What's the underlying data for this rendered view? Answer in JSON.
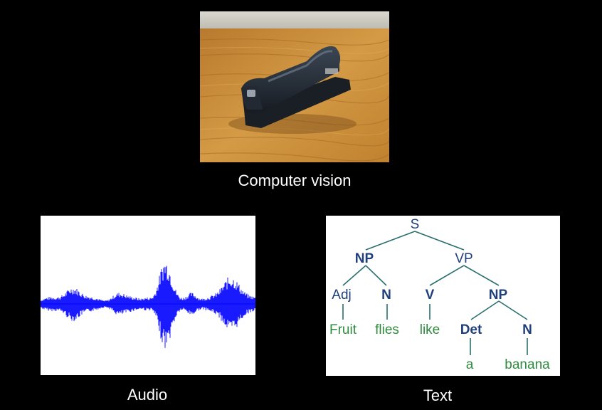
{
  "captions": {
    "computer_vision": "Computer vision",
    "audio": "Audio",
    "text": "Text"
  },
  "photo": {
    "subject": "stapler-on-wooden-desk"
  },
  "parse_tree": {
    "root": "S",
    "np": "NP",
    "vp": "VP",
    "adj": "Adj",
    "n1": "N",
    "v": "V",
    "np2": "NP",
    "det": "Det",
    "n2": "N",
    "words": {
      "fruit": "Fruit",
      "flies": "flies",
      "like": "like",
      "a": "a",
      "banana": "banana"
    }
  },
  "colors": {
    "background": "#000000",
    "waveform": "#0000ff",
    "tree_category": "#1f3f7a",
    "tree_word": "#2e8b3e",
    "tree_edge": "#2a6f6f"
  }
}
